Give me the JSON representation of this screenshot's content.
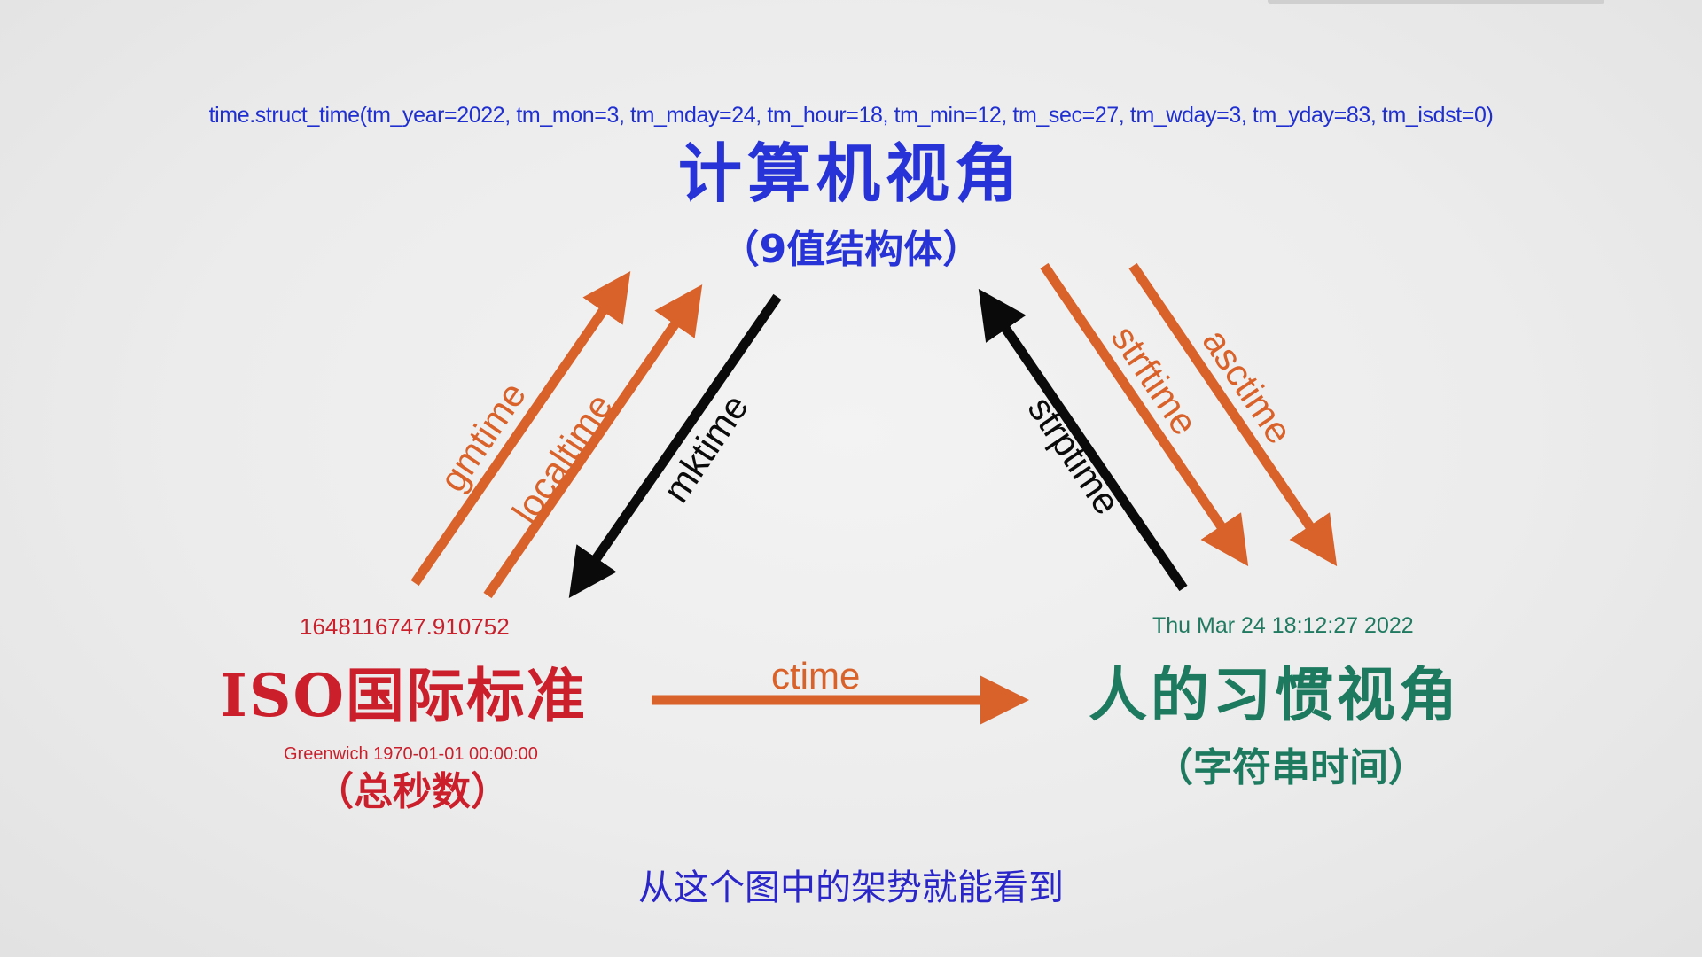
{
  "struct_time_example": "time.struct_time(tm_year=2022, tm_mon=3, tm_mday=24, tm_hour=18, tm_min=12, tm_sec=27, tm_wday=3, tm_yday=83, tm_isdst=0)",
  "nodes": {
    "computer": {
      "title": "计算机视角",
      "subtitle": "（9值结构体）"
    },
    "iso": {
      "value": "1648116747.910752",
      "title": "ISO国际标准",
      "epoch": "Greenwich  1970-01-01  00:00:00",
      "subtitle": "（总秒数）"
    },
    "human": {
      "value": "Thu Mar 24 18:12:27 2022",
      "title": "人的习惯视角",
      "subtitle": "（字符串时间）"
    }
  },
  "functions": {
    "gmtime": "gmtime",
    "localtime": "localtime",
    "mktime": "mktime",
    "strptime": "strptime",
    "strftime": "strftime",
    "asctime": "asctime",
    "ctime": "ctime"
  },
  "subtitle": "从这个图中的架势就能看到",
  "colors": {
    "orange": "#d9622a",
    "black": "#0a0a0a",
    "blue": "#2733d6",
    "red": "#cc1f2c",
    "green": "#1e7a5f"
  }
}
